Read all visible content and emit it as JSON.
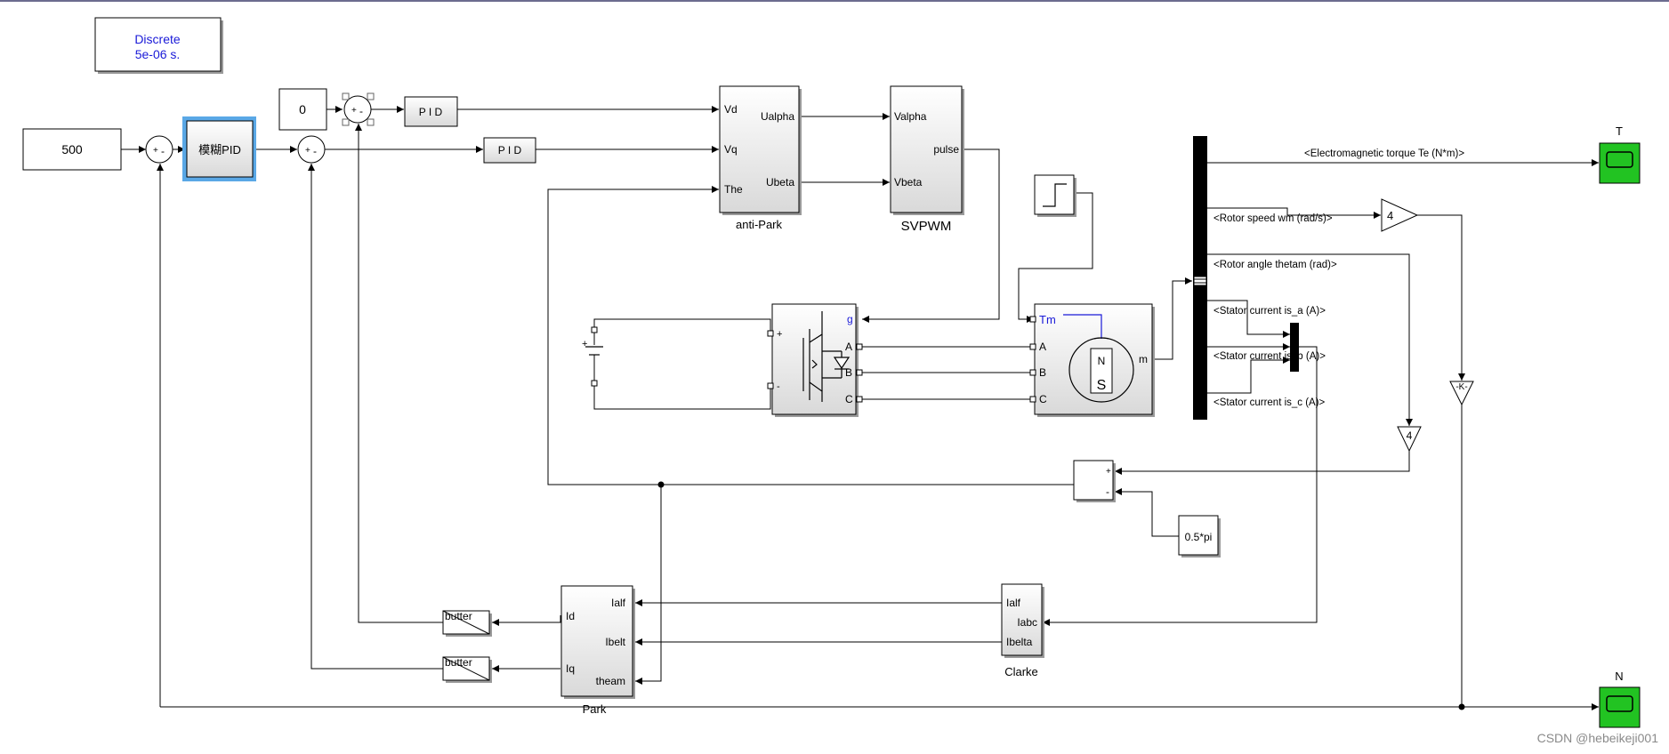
{
  "solver": {
    "line1": "Discrete",
    "line2": "5e-06 s."
  },
  "constants": {
    "speed_ref": "500",
    "id_ref": "0",
    "offset": "0.5*pi"
  },
  "sums": {
    "plus": "+",
    "minus": "-"
  },
  "controllers": {
    "fuzzy_pid": "模糊PID",
    "pid_d": "P I D",
    "pid_q": "P I D"
  },
  "anti_park": {
    "name": "anti-Park",
    "in_vd": "Vd",
    "in_vq": "Vq",
    "in_the": "The",
    "out_ualpha": "Ualpha",
    "out_ubeta": "Ubeta"
  },
  "svpwm": {
    "name": "SVPWM",
    "in_valpha": "Valpha",
    "in_vbeta": "Vbeta",
    "out_pulse": "pulse"
  },
  "inverter": {
    "port_g": "g",
    "port_a": "A",
    "port_b": "B",
    "port_c": "C",
    "port_plus": "+",
    "port_minus": "-"
  },
  "dc_source": {
    "plus": "+"
  },
  "motor": {
    "in_tm": "Tm",
    "in_a": "A",
    "in_b": "B",
    "in_c": "C",
    "out_m": "m",
    "pole_n": "N",
    "pole_s": "S"
  },
  "bus_signals": [
    "<Electromagnetic torque Te (N*m)>",
    "<Rotor speed wm (rad/s)>",
    "<Rotor angle thetam (rad)>",
    "<Stator current is_a (A)>",
    "<Stator current is_b (A)>",
    "<Stator current is_c (A)>"
  ],
  "gains": {
    "gain_speed": "4",
    "gain_angle": "4",
    "gain_k": "-K-"
  },
  "scopes": {
    "torque": "T",
    "speed": "N"
  },
  "filters": {
    "filter_d": "butter",
    "filter_q": "butter"
  },
  "park": {
    "name": "Park",
    "in_ialf": "Ialf",
    "in_ibelt": "Ibelt",
    "in_theam": "theam",
    "out_id": "Id",
    "out_iq": "Iq"
  },
  "clarke": {
    "name": "Clarke",
    "out_ialf": "Ialf",
    "in_iabc": "Iabc",
    "out_ibelta": "Ibelta"
  },
  "watermark": "CSDN @hebeikeji001",
  "colors": {
    "scope_green": "#22c322",
    "port_blue": "#1a1ad8",
    "select_blue": "#5aa8e6",
    "solver_text": "#1a1ad8"
  }
}
